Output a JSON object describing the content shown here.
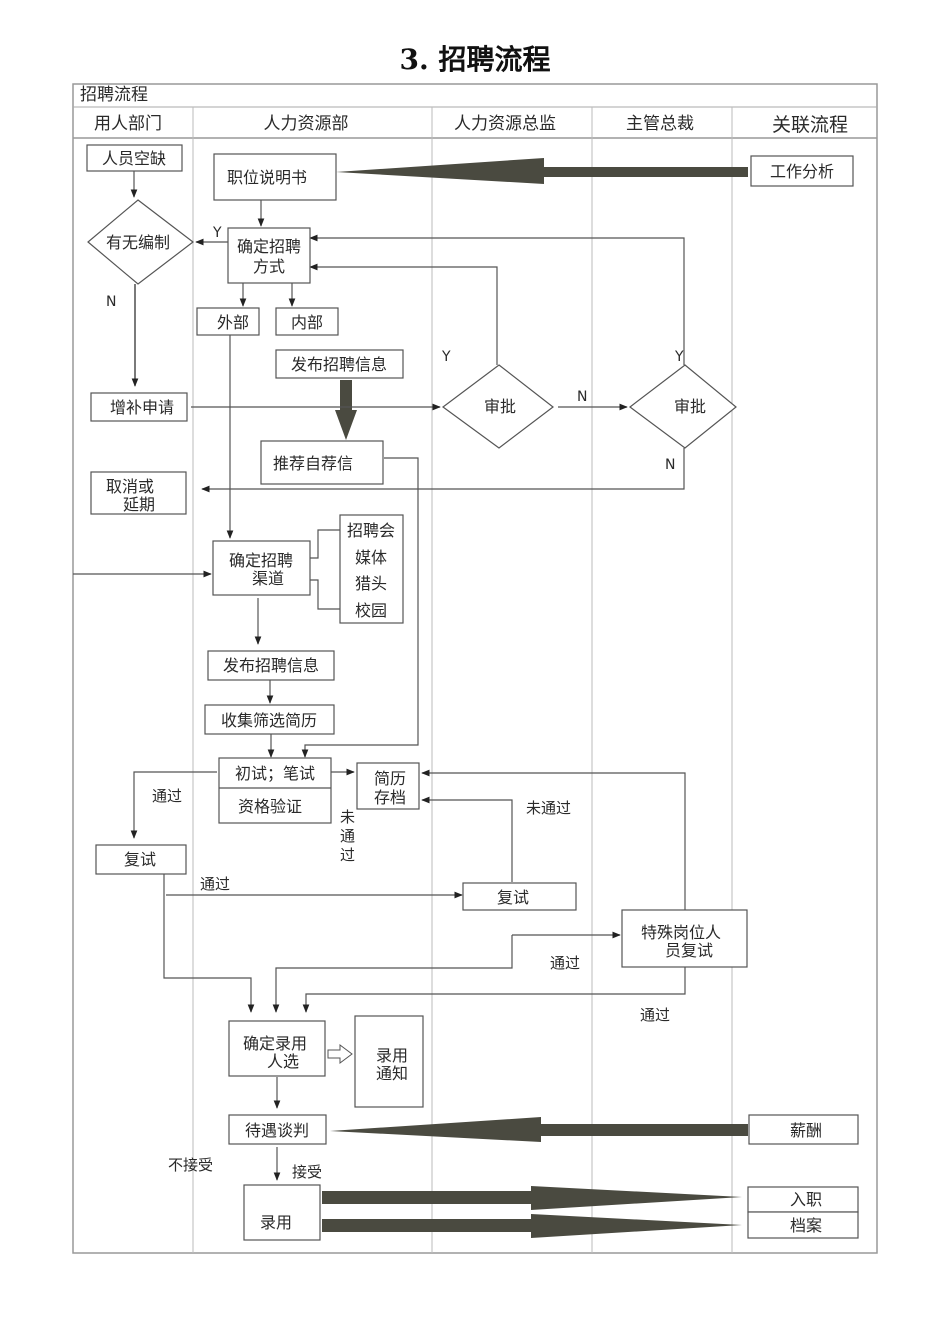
{
  "page_title": "3. 招聘流程",
  "diagram": {
    "table_caption": "招聘流程",
    "lanes": [
      "用人部门",
      "人力资源部",
      "人力资源总监",
      "主管总裁",
      "关联流程"
    ],
    "nodes": {
      "vacancy": "人员空缺",
      "job_desc": "职位说明书",
      "job_analysis": "工作分析",
      "quota_check": "有无编制",
      "recruit_method_l1": "确定招聘",
      "recruit_method_l2": "方式",
      "external": "外部",
      "internal": "内部",
      "publish_internal": "发布招聘信息",
      "supplement_request": "增补申请",
      "referral": "推荐自荐信",
      "cancel_l1": "取消或",
      "cancel_l2": "延期",
      "approve_director": "审批",
      "approve_president": "审批",
      "channel_l1": "确定招聘",
      "channel_l2": "渠道",
      "channels": [
        "招聘会",
        "媒体",
        "猎头",
        "校园"
      ],
      "publish_external": "发布招聘信息",
      "collect_resumes": "收集筛选简历",
      "initial_test": "初试；笔试",
      "qualification": "资格验证",
      "archive_l1": "简历",
      "archive_l2": "存档",
      "retest_dept": "复试",
      "retest_hr": "复试",
      "special_l1": "特殊岗位人",
      "special_l2": "员复试",
      "hire_decision_l1": "确定录用",
      "hire_decision_l2": "人选",
      "offer_l1": "录用",
      "offer_l2": "通知",
      "salary_negotiation": "待遇谈判",
      "salary": "薪酬",
      "hire": "录用",
      "onboarding": "入职",
      "archive_file": "档案"
    },
    "labels": {
      "yes": "Y",
      "no": "N",
      "pass": "通过",
      "fail": "未通过",
      "fail_vertical": [
        "未",
        "通",
        "过"
      ],
      "accept": "接受",
      "reject": "不接受"
    },
    "colors": {
      "line": "#555555",
      "lane_line": "#bbbbbb",
      "thick_arrow": "#4a4a40",
      "box_border": "#555555"
    }
  }
}
